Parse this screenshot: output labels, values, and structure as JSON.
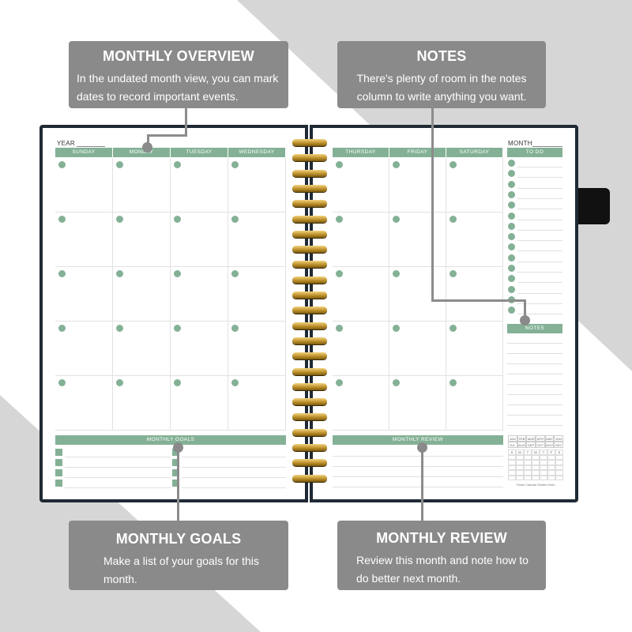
{
  "callouts": {
    "overview": {
      "title": "MONTHLY OVERVIEW",
      "desc_1": "In the undated month view, you can mark",
      "desc_2": "dates to record important events."
    },
    "notes": {
      "title": "NOTES",
      "desc_1": "There's plenty of room in the notes",
      "desc_2": "column to write anything you want."
    },
    "goals": {
      "title": "MONTHLY GOALS",
      "desc_1": "Make a list of your goals for this",
      "desc_2": "month."
    },
    "review": {
      "title": "MONTHLY REVIEW",
      "desc_1": "Review this month and note how to",
      "desc_2": "do better next month."
    }
  },
  "planner": {
    "year_label": "YEAR",
    "month_label": "MONTH",
    "left_days": [
      "SUNDAY",
      "MONDAY",
      "TUESDAY",
      "WEDNESDAY"
    ],
    "right_days": [
      "THURSDAY",
      "FRIDAY",
      "SATURDAY"
    ],
    "todo_label": "TO DO",
    "notes_label": "NOTES",
    "goals_label": "MONTHLY GOALS",
    "review_label": "MONTHLY REVIEW",
    "months_row1": [
      "JAN",
      "FEB",
      "MAR",
      "APR",
      "MAY",
      "JUN"
    ],
    "months_row2": [
      "JUL",
      "AUG",
      "SEP",
      "OCT",
      "NOV",
      "DEC"
    ],
    "mini_weekdays": [
      "S",
      "M",
      "T",
      "W",
      "T",
      "F",
      "S"
    ],
    "mini_footer": "Flower Calendar Student Years"
  },
  "colors": {
    "accent_green": "#84b196",
    "callout_gray": "#8a8a8a",
    "cover": "#1f2a35",
    "spiral_gold": "#c99a2e"
  }
}
